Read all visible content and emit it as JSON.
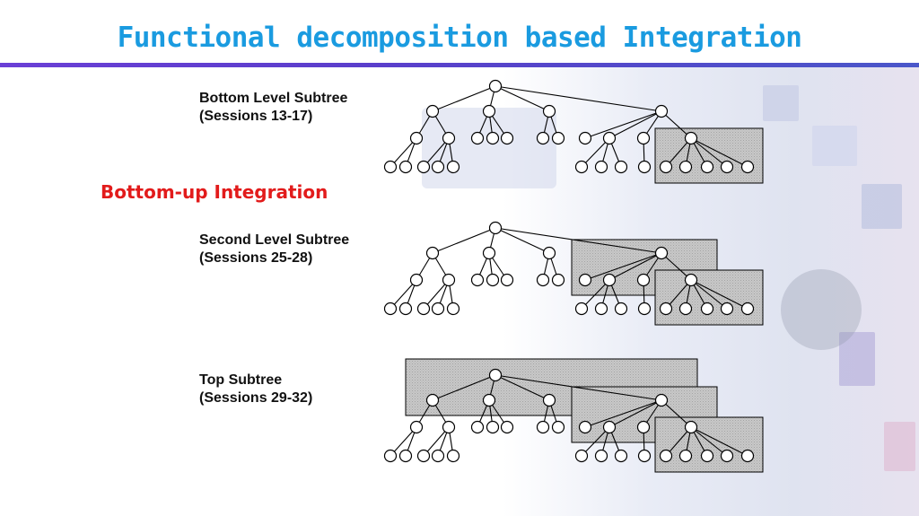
{
  "title": "Functional decomposition based Integration",
  "section_label": "Bottom-up Integration",
  "panels": [
    {
      "caption_line1": "Bottom Level Subtree",
      "caption_line2": "(Sessions 13-17)"
    },
    {
      "caption_line1": "Second Level Subtree",
      "caption_line2": "(Sessions 25-28)"
    },
    {
      "caption_line1": "Top Subtree",
      "caption_line2": "(Sessions 29-32)"
    }
  ],
  "colors": {
    "title": "#1a9be0",
    "section_label": "#e21b1b",
    "highlight_box": "#c8c8c8",
    "rule": "#5a3ecb"
  }
}
